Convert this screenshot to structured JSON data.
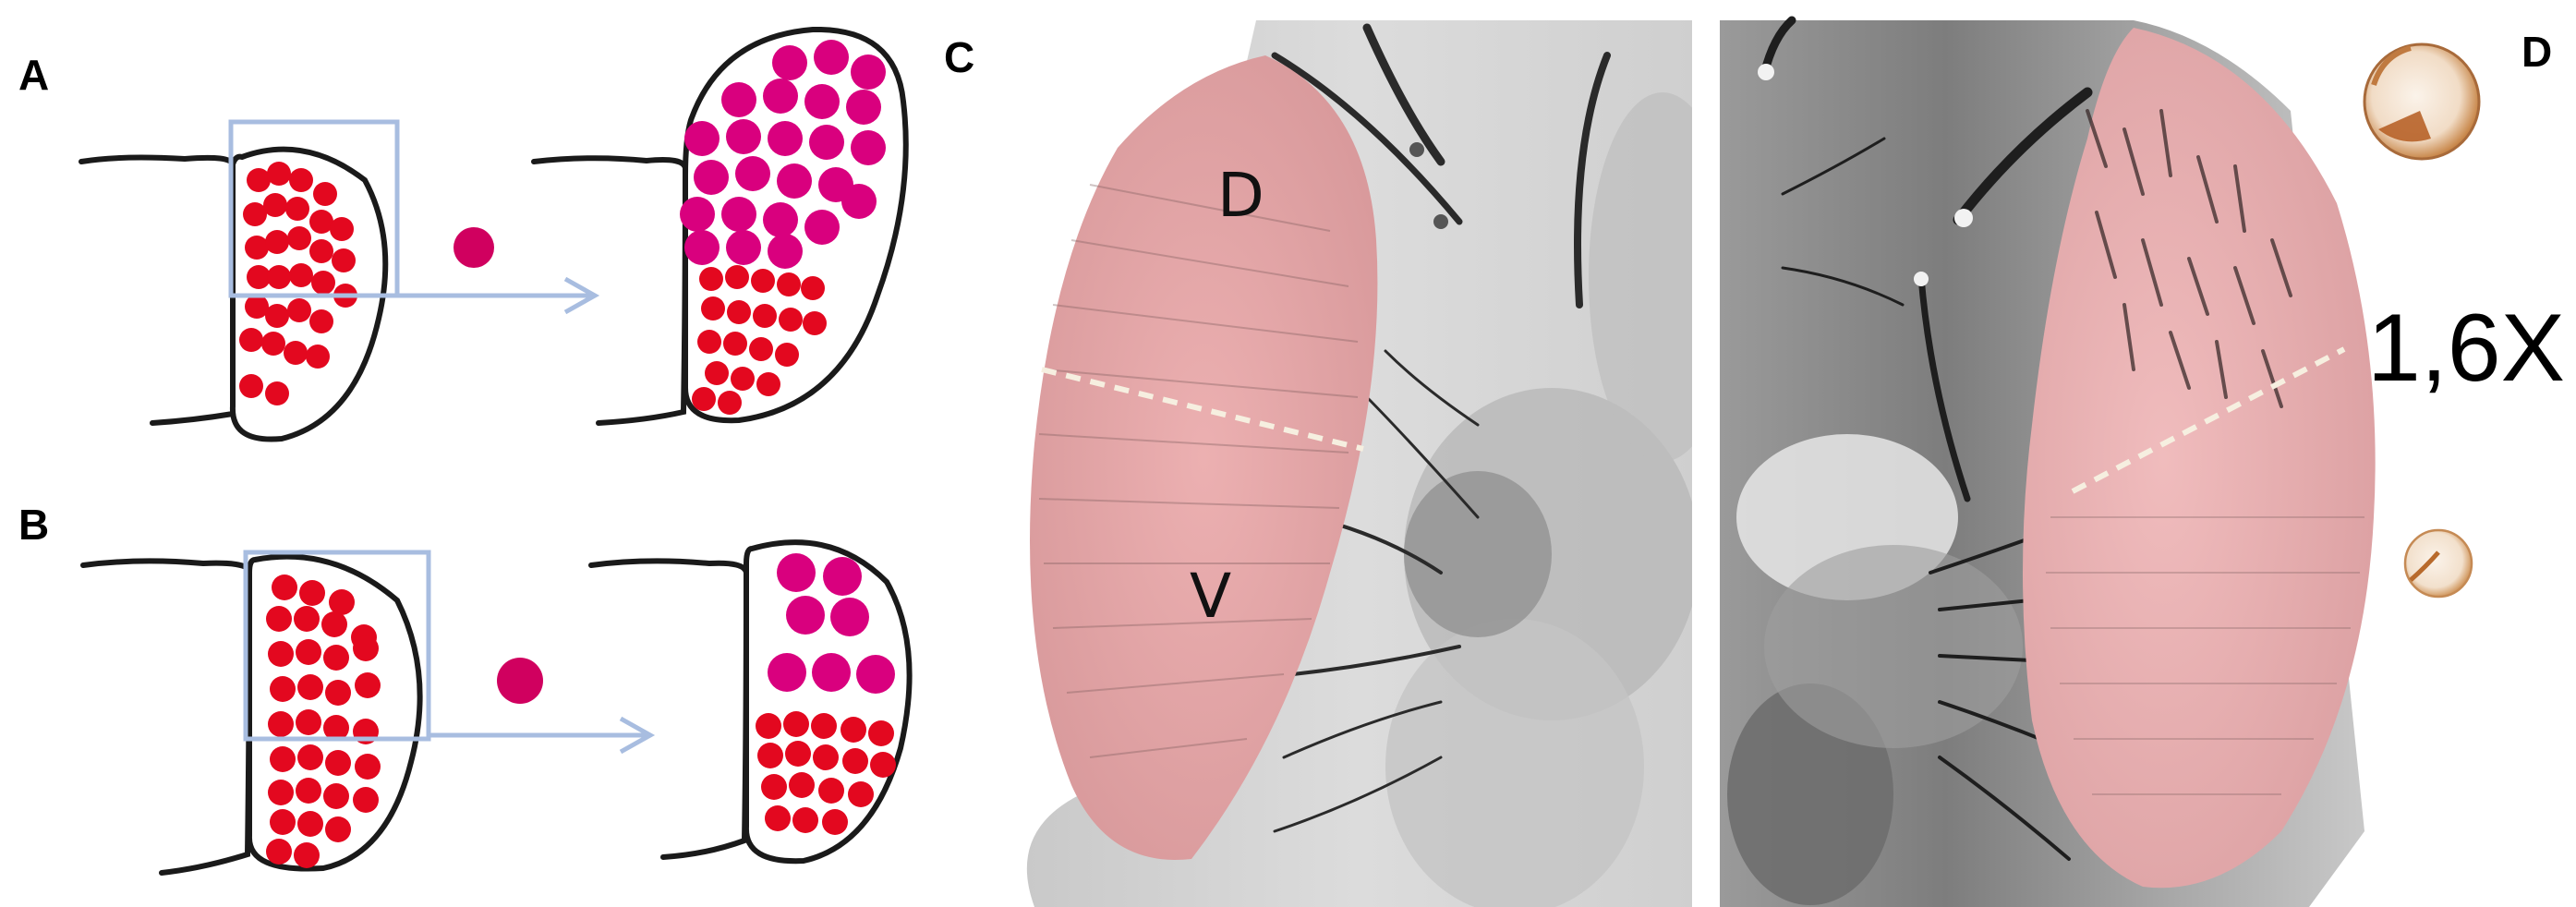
{
  "panels": {
    "a": {
      "label": "A"
    },
    "b": {
      "label": "B"
    },
    "c": {
      "label": "C",
      "dorsal_label": "D",
      "ventral_label": "V"
    },
    "d": {
      "label": "D",
      "scale_label": "1,6X"
    }
  },
  "colors": {
    "small_cell": "#e3081f",
    "large_cell": "#d9007e",
    "inducer_dot": "#d0005f",
    "selection_box": "#a8bde0",
    "arrow": "#a8bde0",
    "eye_tint": "#e8a2a4",
    "outline": "#1a1a1a",
    "divider_line": "#f6efe0"
  },
  "icons": {
    "inducer": "magenta-dot",
    "arrow": "right-arrow-icon"
  }
}
